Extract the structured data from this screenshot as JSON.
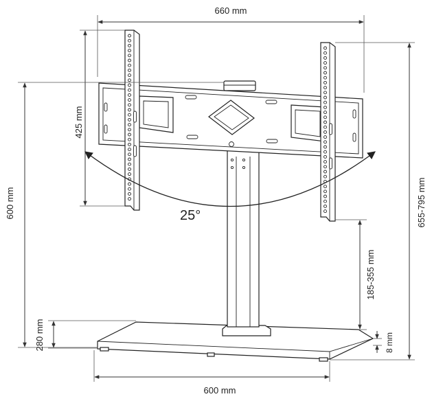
{
  "dimensions": {
    "top_width": "660 mm",
    "bracket_height": "425 mm",
    "mount_height": "600 mm",
    "total_height": "655-795 mm",
    "adjust_range": "185-355 mm",
    "base_height": "280 mm",
    "base_thickness": "8 mm",
    "base_width": "600 mm"
  },
  "tilt": {
    "angle": "25°"
  }
}
